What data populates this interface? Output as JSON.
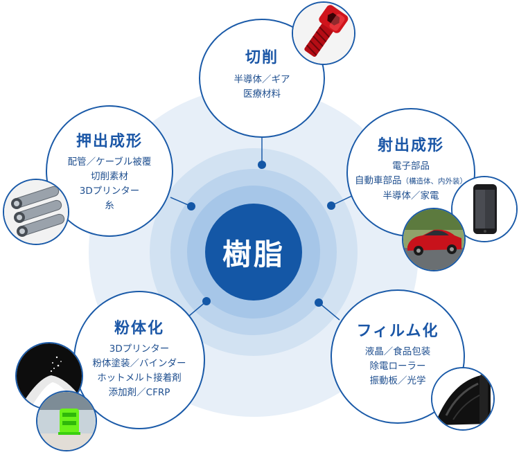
{
  "center": {
    "label": "樹脂"
  },
  "nodes": {
    "cutting": {
      "title": "切削",
      "items": [
        "半導体／ギア",
        "医療材料"
      ]
    },
    "injection": {
      "title": "射出成形",
      "items": [
        "電子部品",
        "自動車部品",
        "半導体／家電"
      ],
      "item_note": "（構造体、内外装）"
    },
    "film": {
      "title": "フィルム化",
      "items": [
        "液晶／食品包装",
        "除電ローラー",
        "振動板／光学"
      ]
    },
    "powder": {
      "title": "粉体化",
      "items": [
        "3Dプリンター",
        "粉体塗装／バインダー",
        "ホットメルト接着剤",
        "添加剤／CFRP"
      ]
    },
    "extrusion": {
      "title": "押出成形",
      "items": [
        "配管／ケーブル被覆",
        "切削素材",
        "3Dプリンター",
        "糸"
      ]
    }
  },
  "photos": [
    "red-bolt",
    "smartphone",
    "red-car",
    "black-film-roll",
    "white-powder",
    "green-3d-print",
    "grey-pipes"
  ],
  "colors": {
    "primary": "#1457a6",
    "ring_outer": "#e6eff8",
    "ring_mid": "#cfe0f1",
    "ring_inner": "#b8d1ec",
    "ring_core": "#9fc1e6"
  }
}
